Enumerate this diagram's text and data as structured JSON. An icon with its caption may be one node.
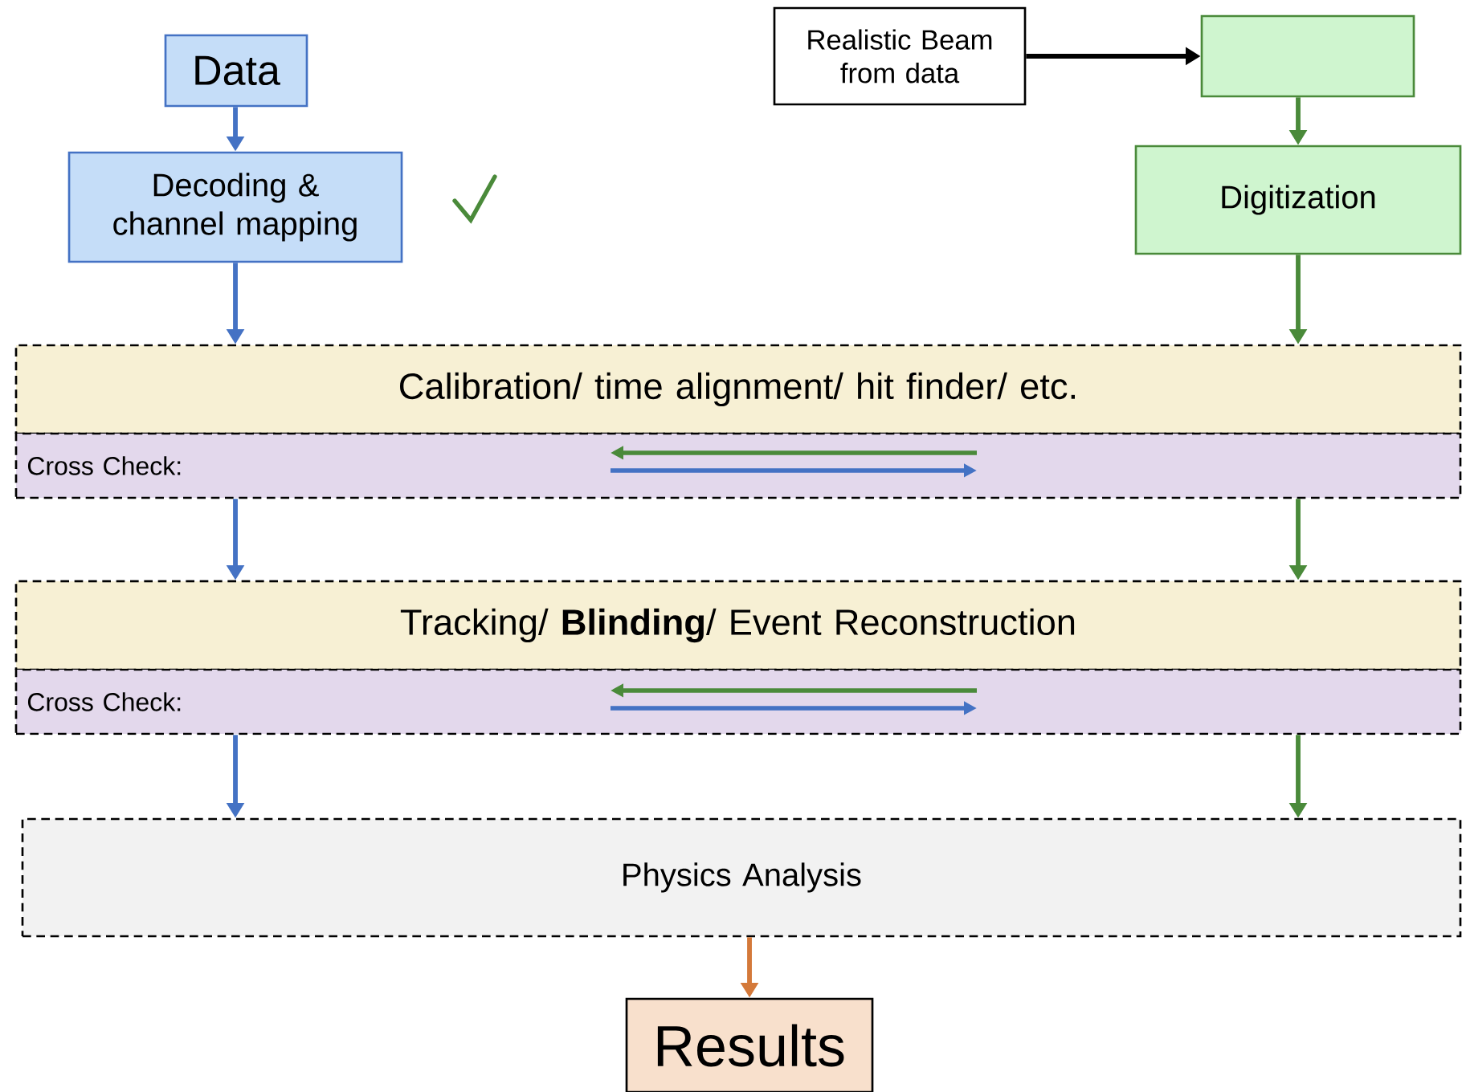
{
  "diagram": {
    "nodes": [
      {
        "text": [
          "Data"
        ]
      },
      {
        "text": [
          "Decoding & channel mapping"
        ]
      },
      {
        "text": [
          "Realistic Beam from data"
        ]
      },
      {
        "text": [],
        "shape": "box"
      },
      {
        "text": [
          "Digitization"
        ]
      },
      {
        "text": [
          "Calibration/ time alignment/ hit finder/ etc."
        ]
      },
      {
        "text": [
          "Cross Check:"
        ]
      },
      {
        "text": [
          "Tracking/ **Blinding**/ Event Reconstruction"
        ]
      },
      {
        "text": [
          "Cross Check:"
        ]
      },
      {
        "text": [
          "Physics Analysis"
        ]
      },
      {
        "text": [
          "Results"
        ]
      }
    ],
    "edges": [
      {
        "from": 0,
        "to": 1,
        "arrow": "to",
        "color": "#4472c4"
      },
      {
        "from": 2,
        "to": 3,
        "arrow": "to",
        "color": "#000000"
      },
      {
        "from": 3,
        "to": 4,
        "arrow": "to",
        "color": "#4a8a3a"
      },
      {
        "from": 1,
        "to": 5,
        "arrow": "to",
        "color": "#4472c4"
      },
      {
        "from": 4,
        "to": 5,
        "arrow": "to",
        "color": "#4a8a3a"
      },
      {
        "from": 6,
        "to": 7,
        "arrow": "to",
        "color": "#4472c4"
      },
      {
        "from": 6,
        "to": 7,
        "arrow": "to",
        "color": "#4a8a3a"
      },
      {
        "from": 8,
        "to": 9,
        "arrow": "to",
        "color": "#4472c4"
      },
      {
        "from": 8,
        "to": 9,
        "arrow": "to",
        "color": "#4a8a3a"
      },
      {
        "from": 9,
        "to": 10,
        "arrow": "to",
        "color": "#d4793a"
      }
    ]
  }
}
